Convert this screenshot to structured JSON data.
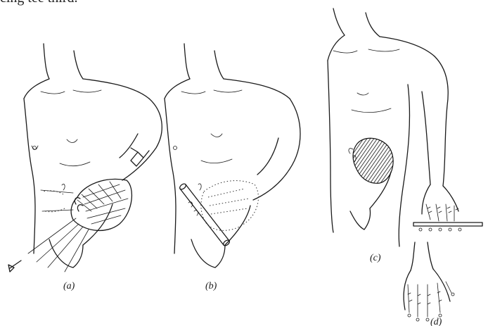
{
  "caption_top": "cing tee third.",
  "panels": [
    {
      "id": "a",
      "caption": "(a)"
    },
    {
      "id": "b",
      "caption": "(b)"
    },
    {
      "id": "c",
      "caption": "(c)"
    },
    {
      "id": "d",
      "caption": "(d)"
    }
  ]
}
